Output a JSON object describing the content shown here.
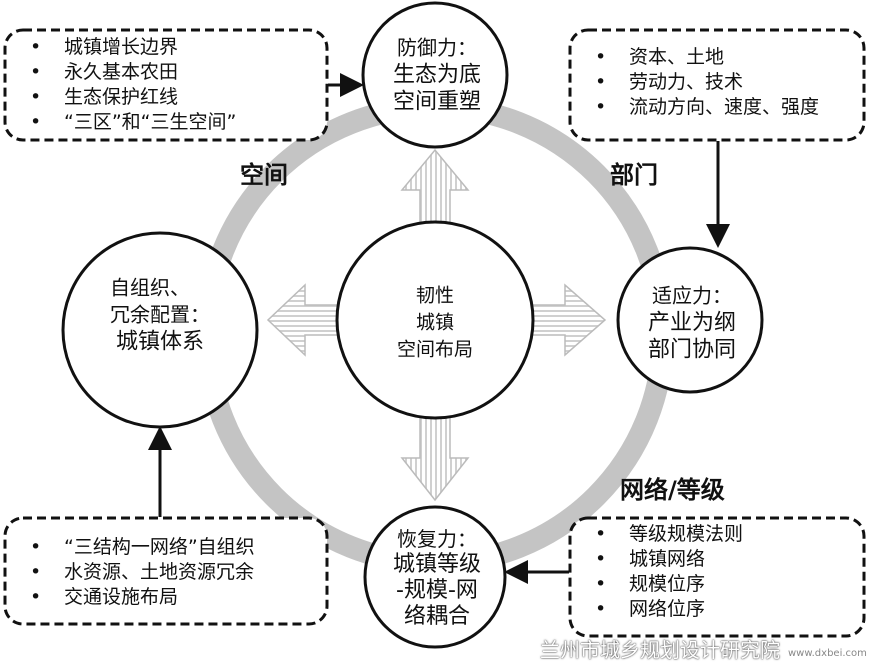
{
  "center": {
    "lines": [
      "韧性",
      "城镇",
      "空间布局"
    ]
  },
  "nodes": {
    "top": {
      "lines": [
        "防御力：",
        "生态为底",
        "空间重塑"
      ]
    },
    "right": {
      "lines": [
        "适应力：",
        "产业为纲",
        "部门协同"
      ]
    },
    "bottom": {
      "lines": [
        "恢复力：",
        "城镇等级",
        "-规模-网",
        "络耦合"
      ]
    },
    "left": {
      "lines": [
        "自组织、",
        "冗余配置：",
        "城镇体系"
      ]
    }
  },
  "labels": {
    "space": "空间",
    "sector": "部门",
    "network": "网络/等级"
  },
  "boxes": {
    "top_left": [
      "城镇增长边界",
      "永久基本农田",
      "生态保护红线",
      "“三区”和“三生空间”"
    ],
    "top_right": [
      "资本、土地",
      "劳动力、技术",
      "流动方向、速度、强度"
    ],
    "bottom_left": [
      "“三结构一网络”自组织",
      "水资源、土地资源冗余",
      "交通设施布局"
    ],
    "bottom_right": [
      "等级规模法则",
      "城镇网络",
      "规模位序",
      "网络位序"
    ]
  },
  "bullet": "•",
  "watermark": {
    "text": "兰州市城乡规划设计研究院",
    "site": "www.dxbei.com"
  },
  "colors": {
    "ring": "#c4c4c4",
    "line": "#111111",
    "arrow_fill": "#eeeeee"
  }
}
